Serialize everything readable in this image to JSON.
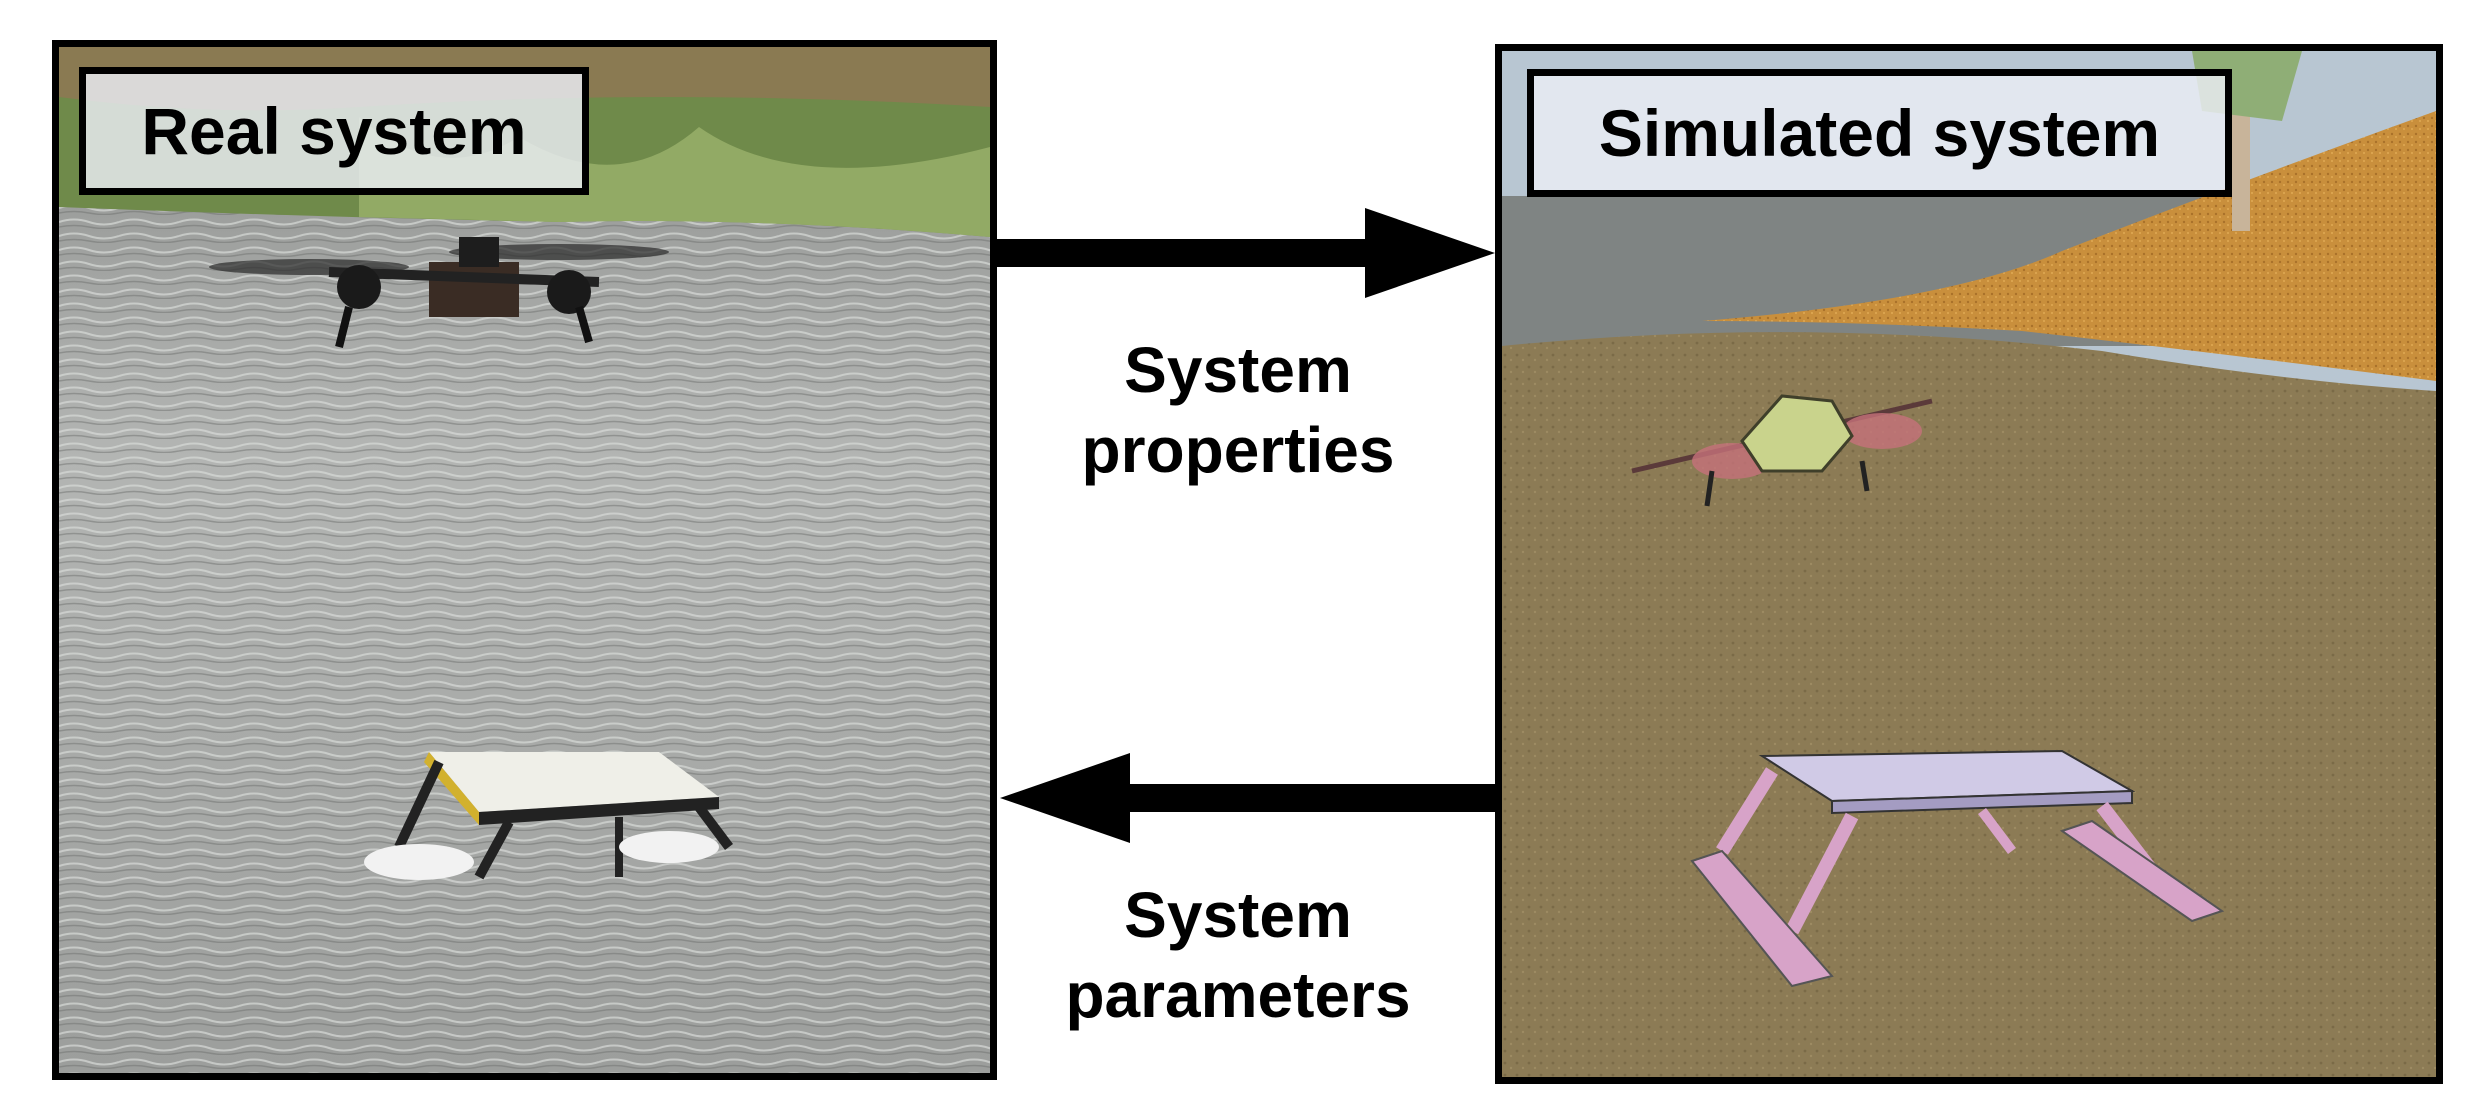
{
  "real_panel": {
    "label": "Real system"
  },
  "sim_panel": {
    "label": "Simulated system"
  },
  "arrows": {
    "top": {
      "label_line1": "System",
      "label_line2": "properties",
      "direction": "right"
    },
    "bottom": {
      "label_line1": "System",
      "label_line2": "parameters",
      "direction": "left"
    }
  },
  "colors": {
    "water": "#a9abaa",
    "vegetation": "#7e9a55",
    "sim_sky": "#b9c7d3",
    "sim_ground": "#8f7d56",
    "sim_sand": "#c8913f",
    "sim_drone": "#c9d28e",
    "sim_platform": "#cfc8e6",
    "sim_legs": "#d7a3c8",
    "border": "#000000"
  }
}
